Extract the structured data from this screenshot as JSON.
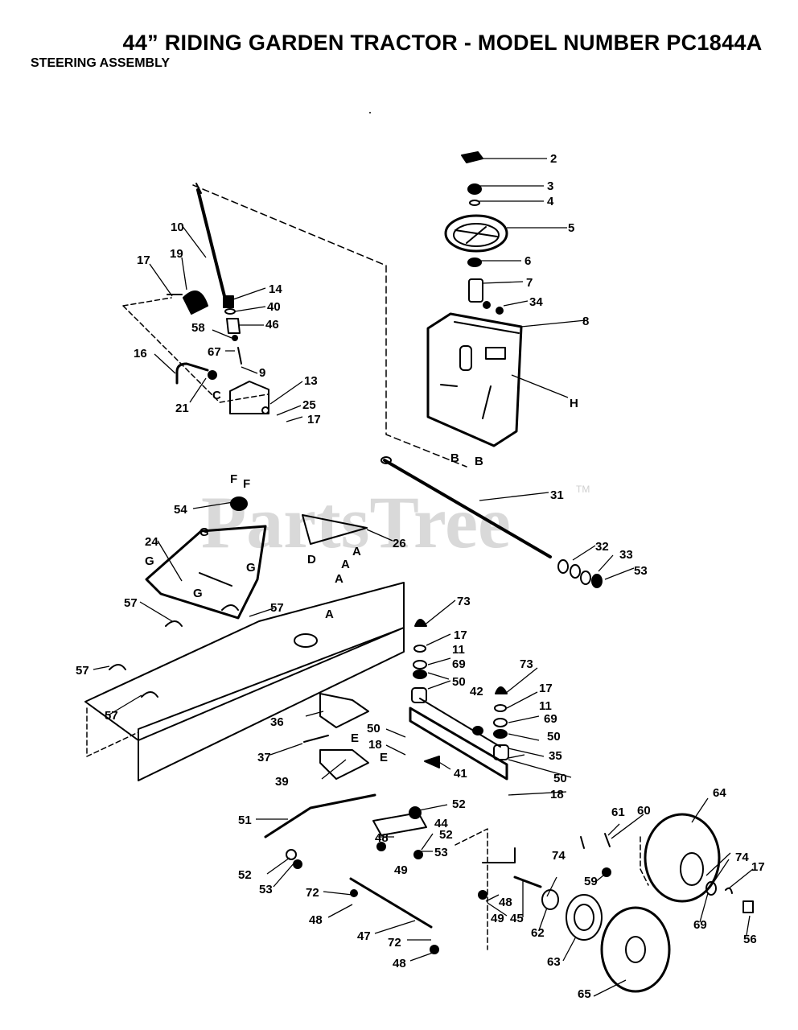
{
  "header": {
    "title": "44” RIDING GARDEN TRACTOR - MODEL NUMBER PC1844A",
    "subtitle": "STEERING ASSEMBLY"
  },
  "watermark": {
    "text": "PartsTree",
    "tm": "TM"
  },
  "callouts": [
    "2",
    "3",
    "4",
    "5",
    "6",
    "7",
    "34",
    "8",
    "H",
    "10",
    "17",
    "19",
    "14",
    "40",
    "46",
    "58",
    "67",
    "9",
    "16",
    "21",
    "C",
    "13",
    "25",
    "17",
    "B",
    "B",
    "31",
    "32",
    "33",
    "53",
    "F",
    "F",
    "54",
    "26",
    "D",
    "24",
    "G",
    "G",
    "G",
    "G",
    "A",
    "A",
    "A",
    "A",
    "57",
    "57",
    "57",
    "57",
    "73",
    "17",
    "11",
    "69",
    "50",
    "42",
    "73",
    "17",
    "11",
    "69",
    "50",
    "36",
    "E",
    "37",
    "E",
    "39",
    "50",
    "18",
    "41",
    "35",
    "50",
    "18",
    "51",
    "52",
    "44",
    "48",
    "52",
    "53",
    "49",
    "52",
    "53",
    "72",
    "48",
    "47",
    "72",
    "48",
    "61",
    "60",
    "64",
    "74",
    "74",
    "17",
    "59",
    "69",
    "56",
    "48",
    "49",
    "45",
    "62",
    "63",
    "65"
  ]
}
